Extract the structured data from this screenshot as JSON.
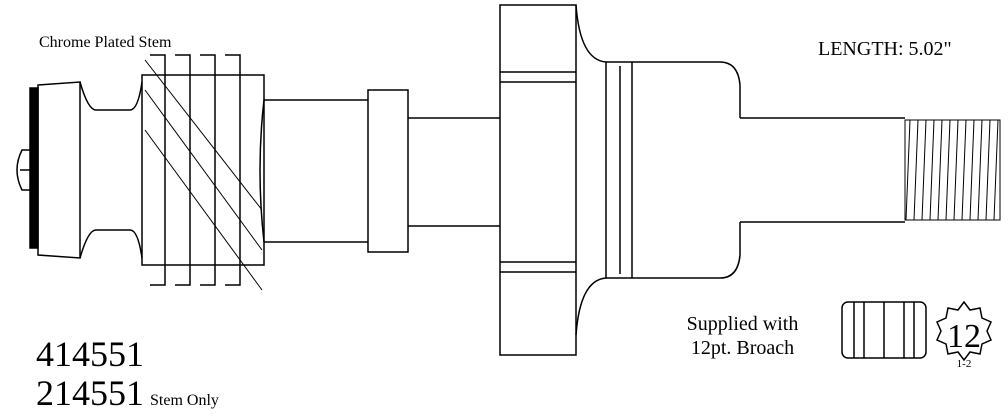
{
  "title": "Chrome Plated Stem",
  "length_label": "LENGTH: 5.02\"",
  "part_numbers": [
    {
      "number": "414551",
      "note": ""
    },
    {
      "number": "214551",
      "note": "Stem Only"
    }
  ],
  "broach": {
    "supplied_line1": "Supplied with",
    "supplied_line2": "12pt. Broach",
    "points": "12",
    "code": "1-2"
  }
}
